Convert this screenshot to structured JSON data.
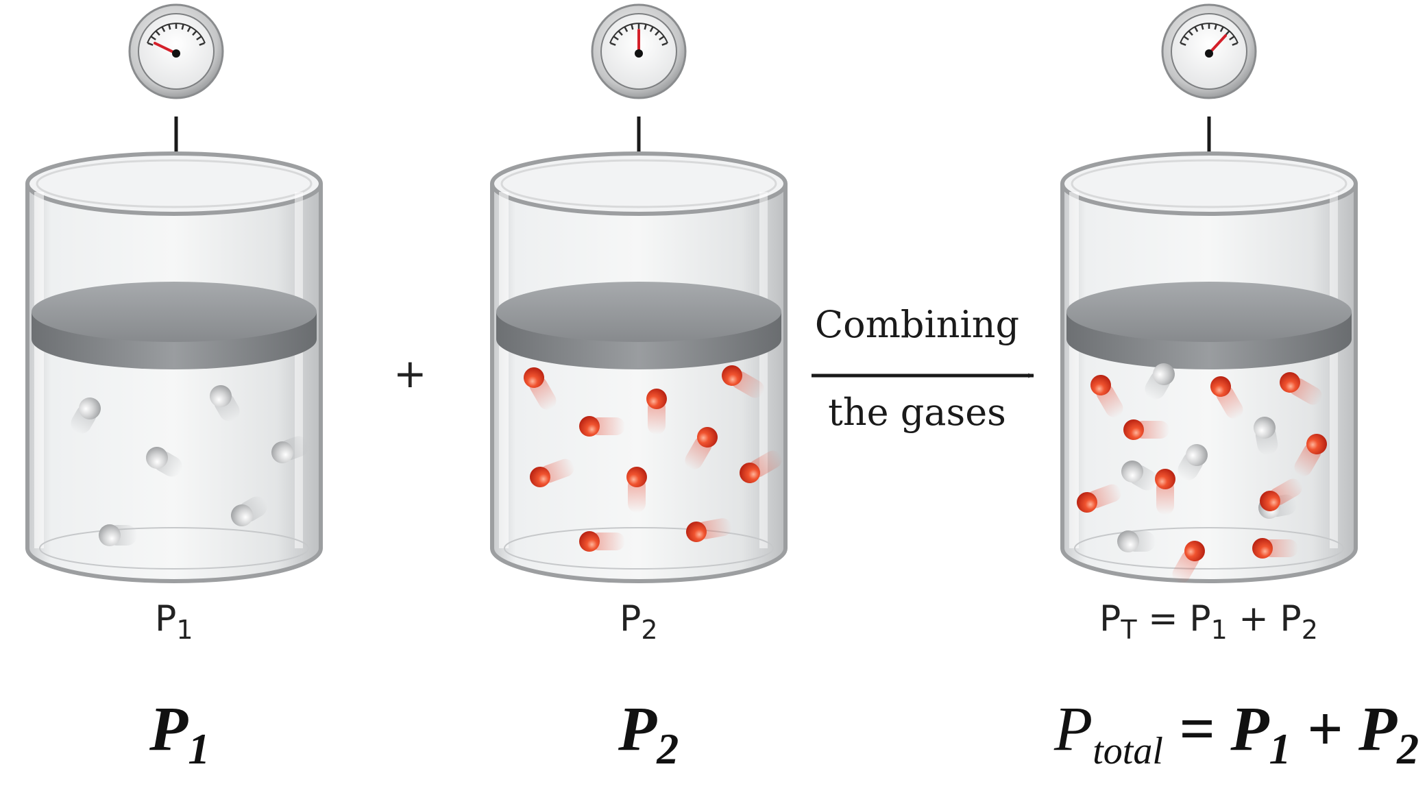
{
  "containers": [
    {
      "id": "c1",
      "label": {
        "main": "P",
        "sub": "1"
      },
      "gas_level": 0.15,
      "molecules_red": 0,
      "molecules_gray": 6
    },
    {
      "id": "c2",
      "label": {
        "main": "P",
        "sub": "2"
      },
      "gas_level": 0.5,
      "molecules_red": 10,
      "molecules_gray": 0
    },
    {
      "id": "c3",
      "label": {
        "p": "P",
        "t": "T",
        "eq": " = ",
        "p1": "P",
        "one": "1",
        "plus": " + ",
        "p2": "P",
        "two": "2"
      },
      "gas_level": 0.65,
      "molecules_red": 10,
      "molecules_gray": 6
    }
  ],
  "plus_sign": "+",
  "process": {
    "line1": "Combining",
    "line2": "the gases"
  },
  "equations": {
    "eq1": {
      "main": "P",
      "sub": "1"
    },
    "eq2": {
      "main": "P",
      "sub": "2"
    },
    "eq3": {
      "p": "P",
      "total": "total",
      "eq": " = ",
      "p1": "P",
      "one": "1",
      "plus": " + ",
      "p2": "P",
      "two": "2"
    }
  },
  "colors": {
    "red_molecule": "#e8412a",
    "gray_molecule": "#c8c8c8",
    "piston": "#8f9396",
    "gauge_needle": "#d4202a"
  }
}
